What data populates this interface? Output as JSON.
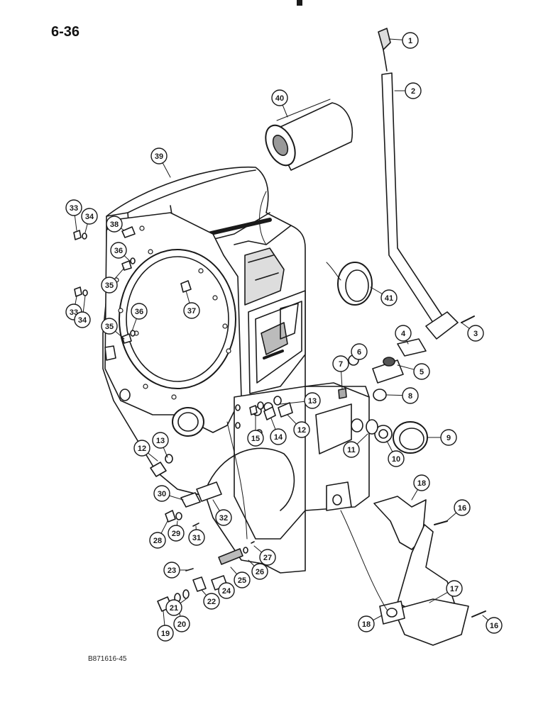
{
  "page_number": "6-36",
  "figure_code": "B871616-45",
  "colors": {
    "ink": "#1a1a1a",
    "paper": "#ffffff",
    "shade": "#8a8a8a"
  },
  "callouts": [
    "1",
    "2",
    "3",
    "4",
    "5",
    "6",
    "7",
    "8",
    "9",
    "10",
    "11",
    "12",
    "12",
    "13",
    "13",
    "14",
    "15",
    "16",
    "16",
    "17",
    "18",
    "18",
    "19",
    "20",
    "21",
    "22",
    "23",
    "24",
    "25",
    "26",
    "27",
    "28",
    "29",
    "30",
    "31",
    "32",
    "33",
    "33",
    "34",
    "34",
    "35",
    "35",
    "36",
    "36",
    "37",
    "38",
    "39",
    "40",
    "41"
  ]
}
